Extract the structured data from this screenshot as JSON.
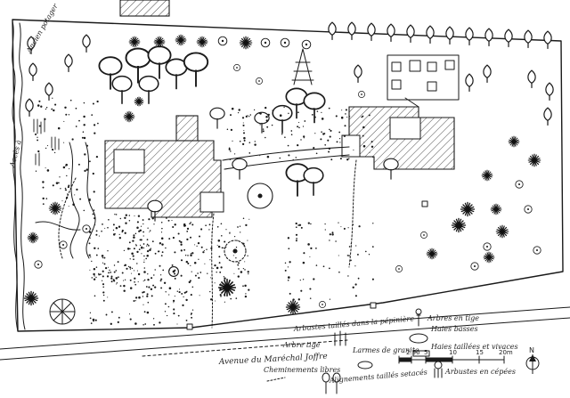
{
  "street": {
    "label": "Avenue du Maréchal Joffre"
  },
  "notes": {
    "left_top": "Ancien potager",
    "left_mid": "Accès à",
    "road_tree": "Arbre tige"
  },
  "legend": {
    "items": [
      {
        "label": "Arbres en tige",
        "icon": "tall-tree-icon"
      },
      {
        "label": "Arbustes taillés dans la pépinière",
        "icon": "clipped-shrub-icon"
      },
      {
        "label": "Larmes de granite",
        "icon": "granite-stone-icon"
      },
      {
        "label": "Alignements taillés setacés",
        "icon": "pleached-row-icon"
      },
      {
        "label": "Cheminements libres",
        "icon": "free-path-icon"
      },
      {
        "label": "Haies basses",
        "icon": "low-hedge-icon"
      },
      {
        "label": "Haies taillées et vivaces",
        "icon": "clipped-hedge-icon"
      },
      {
        "label": "Arbustes en cépées",
        "icon": "multistem-shrub-icon"
      }
    ]
  },
  "scale": {
    "ticks": [
      "2.50",
      "5",
      "10",
      "15",
      "20m"
    ]
  },
  "north": {
    "label": "N"
  }
}
